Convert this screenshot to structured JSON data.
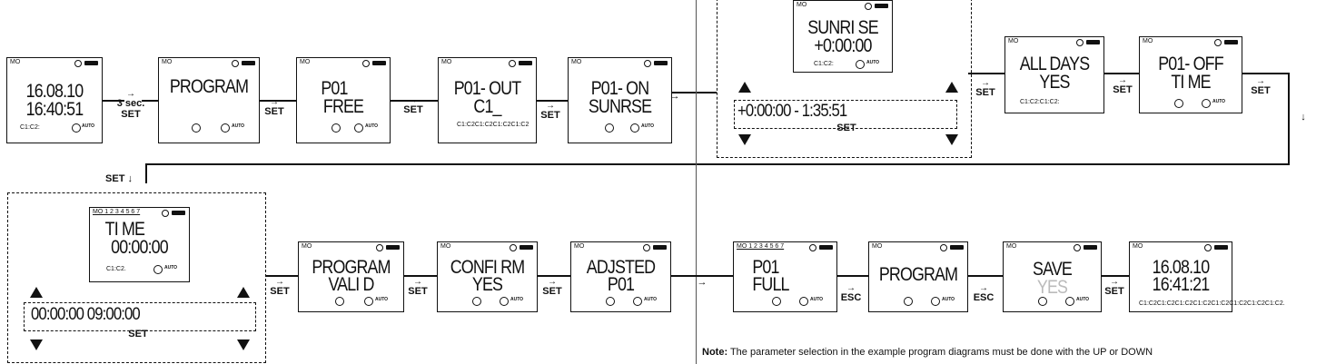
{
  "screens": {
    "s1": {
      "mo": "MO",
      "l1": "16.08.10",
      "l2": "16:40:51",
      "sub": "C1:C2:"
    },
    "s2": {
      "mo": "MO",
      "l1": "PROGRAM"
    },
    "s3": {
      "mo": "MO",
      "l1": "P01",
      "l2": "FREE"
    },
    "s4": {
      "mo": "MO",
      "l1": "P01- OUT",
      "l2": "C1_",
      "sub": "C1:C2C1:C2C1:C2C1:C2"
    },
    "s5": {
      "mo": "MO",
      "l1": "P01- ON",
      "l2": "SUNRSE"
    },
    "s6": {
      "mo": "MO",
      "l1": "SUNRI SE",
      "l2": "+0:00:00",
      "sub": "C1:C2:"
    },
    "s7": {
      "mo": "MO",
      "l1": "ALL DAYS",
      "l2": "YES",
      "sub": "C1:C2:C1:C2:"
    },
    "s8": {
      "mo": "MO",
      "l1": "P01- OFF",
      "l2": "TI ME"
    },
    "s9": {
      "mo": "MO 1 2 3 4 5 6 7",
      "l1": "TI ME",
      "l2": "00:00:00",
      "sub": "C1:C2."
    },
    "s10": {
      "mo": "MO",
      "l1": "PROGRAM",
      "l2": "VALI D"
    },
    "s11": {
      "mo": "MO",
      "l1": "CONFI RM",
      "l2": "YES"
    },
    "s12": {
      "mo": "MO",
      "l1": "ADJSTED",
      "l2": "P01"
    },
    "s13": {
      "mo": "MO 1 2 3 4 5 6 7",
      "l1": "P01",
      "l2": "FULL"
    },
    "s14": {
      "mo": "MO",
      "l1": "PROGRAM"
    },
    "s15": {
      "mo": "MO",
      "l1": "SAVE",
      "l2": "YES"
    },
    "s16": {
      "mo": "MO",
      "l1": "16.08.10",
      "l2": "16:41:21",
      "sub": "C1:C2C1:C2C1:C2C1:C2C1:C2C1:C2C1:C2C1:C2."
    }
  },
  "auto_label": "AUTO",
  "labels": {
    "three_sec": "3 sec.",
    "set": "SET",
    "esc": "ESC",
    "set_down": "SET ↓",
    "arrow": "→",
    "down_arrow": "↓"
  },
  "edit": {
    "sunrise_value": "+0:00:00 - 1:35:51",
    "time_value": "00:00:00  09:00:00"
  },
  "note": {
    "bold": "Note:",
    "text": " The parameter selection in the example program diagrams must be done with the UP or DOWN"
  },
  "colors": {
    "line": "#111111",
    "faded": "#bbbbbb"
  }
}
